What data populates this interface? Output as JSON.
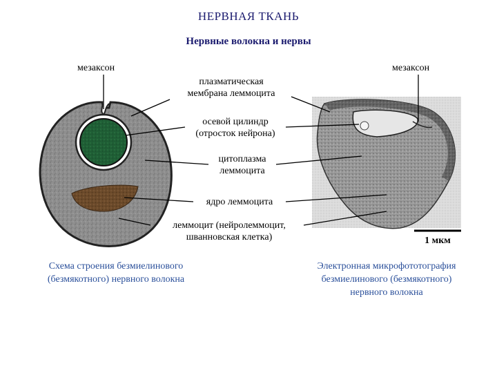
{
  "header": {
    "title": "НЕРВНАЯ ТКАНЬ",
    "subtitle": "Нервные волокна и нервы"
  },
  "labels": {
    "mesaxon_left": "мезаксон",
    "mesaxon_right": "мезаксон",
    "plasma_membrane": [
      "плазматическая",
      "мембрана леммоцита"
    ],
    "axial_cylinder": [
      "осевой цилиндр",
      "(отросток нейрона)"
    ],
    "cytoplasm": [
      "цитоплазма",
      "леммоцита"
    ],
    "nucleus": "ядро леммоцита",
    "lemmocyte": [
      "леммоцит (нейролеммоцит,",
      "шванновская клетка)"
    ],
    "scale_bar": "1 мкм"
  },
  "captions": {
    "left": [
      "Схема строения безмиелинового",
      "(безмякотного) нервного волокна"
    ],
    "right": [
      "Электронная микрофототография",
      "безмиелинового (безмякотного)",
      "нервного волокна"
    ]
  },
  "colors": {
    "title": "#1a1a6e",
    "caption": "#2a4f9a",
    "cytoplasm_fill": "#8e8e8e",
    "axon_fill": "#1f5e35",
    "nucleus_fill": "#6b4a2a"
  }
}
